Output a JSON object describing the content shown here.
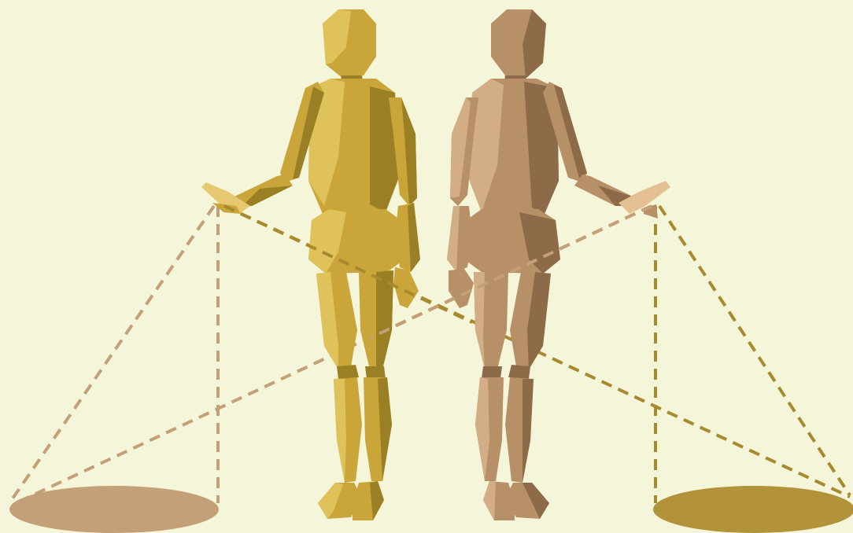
{
  "scene": {
    "background_color": "#f5f5da",
    "figures": [
      {
        "name": "mannequin-yellow",
        "body_color": "#c9a53a",
        "highlight_color": "#e0c25a",
        "shadow_color": "#9b7f25",
        "hand_color": "#e6c870"
      },
      {
        "name": "mannequin-tan",
        "body_color": "#b89068",
        "highlight_color": "#d2ad86",
        "shadow_color": "#8d6a48",
        "hand_color": "#e3bf92"
      }
    ],
    "ellipses": [
      {
        "name": "floor-ellipse-left",
        "color": "#c4a078"
      },
      {
        "name": "floor-ellipse-right",
        "color": "#b3933a"
      }
    ],
    "dashed_line_colors": {
      "tan": "#c4a078",
      "olive": "#a88a2e"
    }
  }
}
